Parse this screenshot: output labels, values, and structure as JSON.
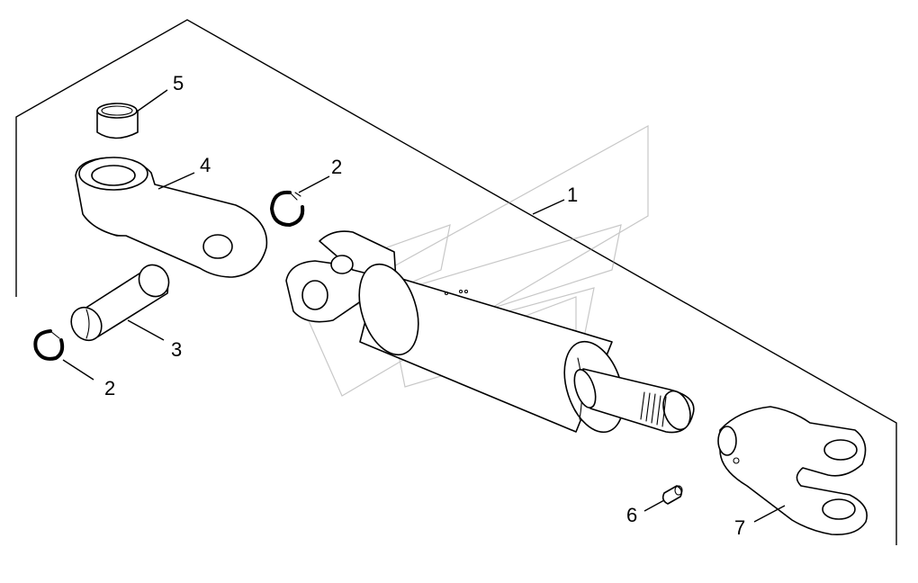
{
  "callouts": {
    "c1": "1",
    "c2a": "2",
    "c2b": "2",
    "c3": "3",
    "c4": "4",
    "c5": "5",
    "c6": "6",
    "c7": "7"
  },
  "colors": {
    "line": "#000000",
    "background": "#ffffff",
    "watermark": "#9a9a9a"
  }
}
